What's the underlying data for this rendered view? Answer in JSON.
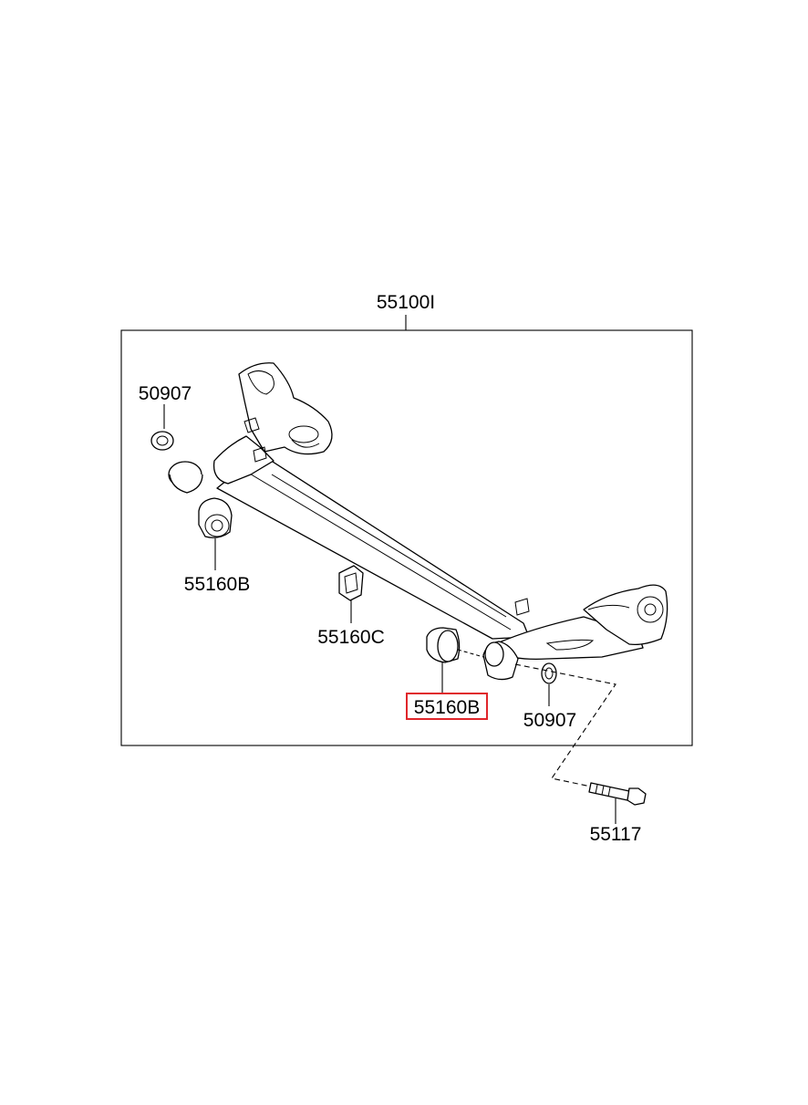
{
  "colors": {
    "line": "#000000",
    "highlight": "#e0262b",
    "background": "#ffffff"
  },
  "labels": {
    "assembly": "55100I",
    "washer_left": "50907",
    "bushing_left": "55160B",
    "bracket": "55160C",
    "bushing_right": "55160B",
    "washer_right": "50907",
    "bolt": "55117"
  },
  "highlighted_part": "55160B"
}
